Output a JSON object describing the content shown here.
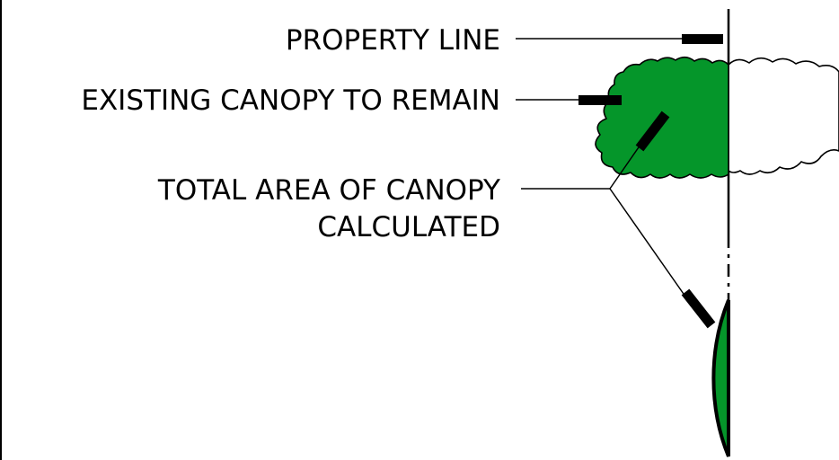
{
  "labels": {
    "property_line": "PROPERTY LINE",
    "existing_canopy": "EXISTING CANOPY TO REMAIN",
    "total_area_line1": "TOTAL AREA OF CANOPY",
    "total_area_line2": "CALCULATED"
  },
  "colors": {
    "canopy_fill": "#05962a",
    "stroke": "#000000",
    "background": "#ffffff"
  }
}
